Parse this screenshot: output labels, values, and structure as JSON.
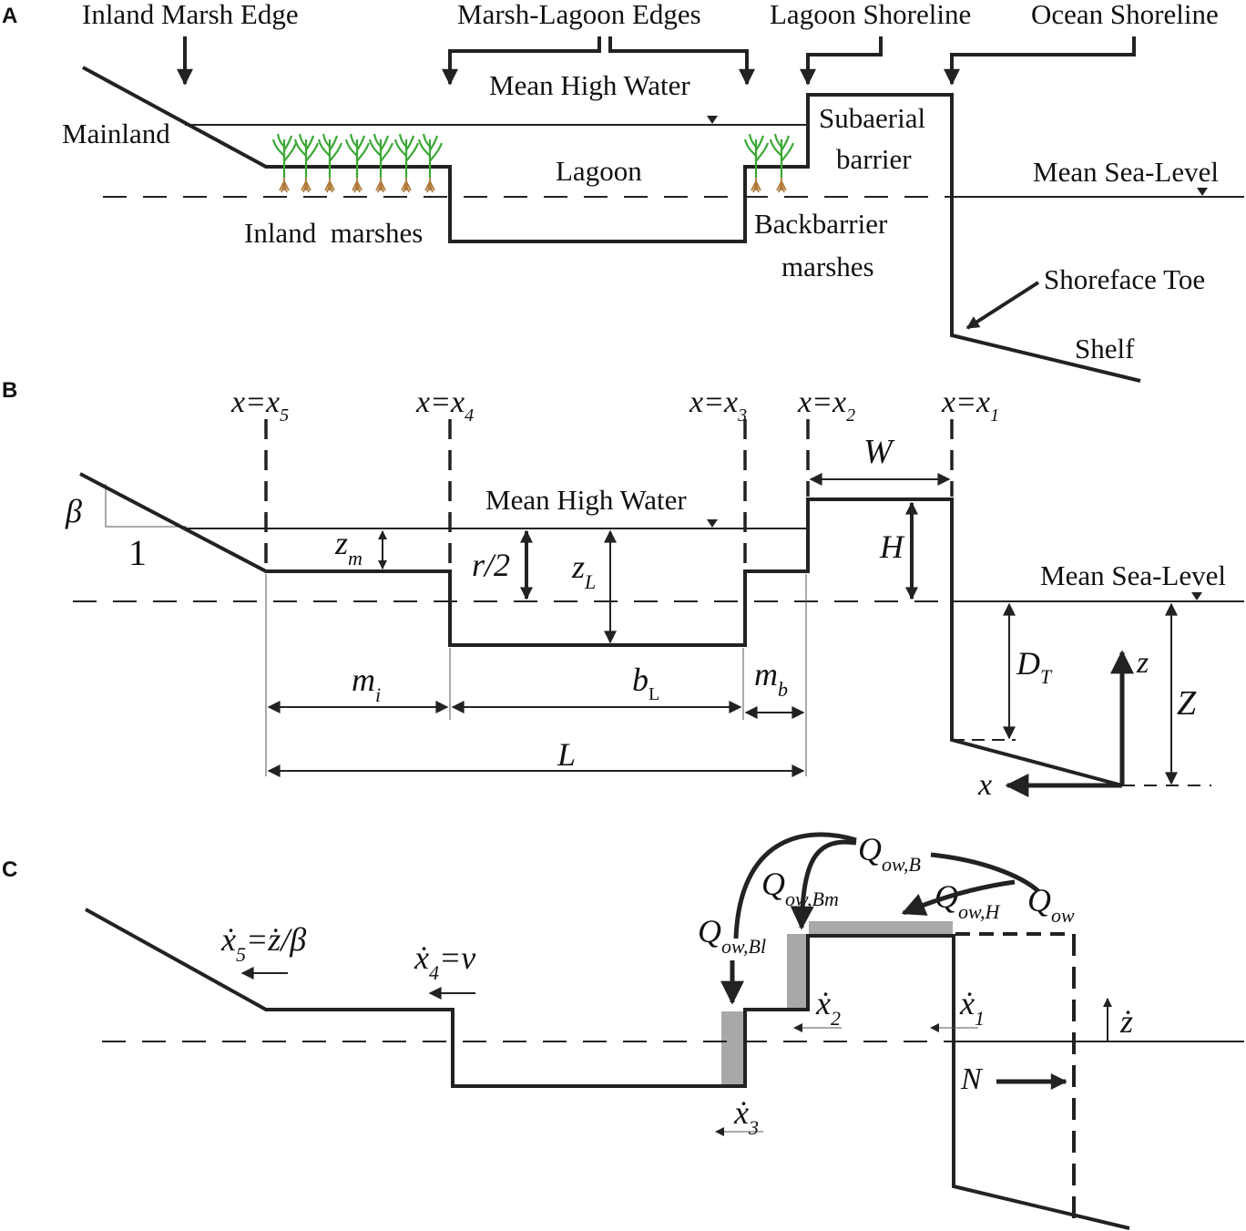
{
  "panels": {
    "a": "A",
    "b": "B",
    "c": "C"
  },
  "panel_a": {
    "inland_marsh_edge": "Inland Marsh Edge",
    "marsh_lagoon_edges": "Marsh-Lagoon Edges",
    "lagoon_shoreline": "Lagoon Shoreline",
    "ocean_shoreline": "Ocean Shoreline",
    "mean_high_water": "Mean High Water",
    "mainland": "Mainland",
    "subaerial": "Subaerial",
    "barrier": "barrier",
    "lagoon": "Lagoon",
    "mean_sea_level": "Mean Sea-Level",
    "inland_marshes": "Inland  marshes",
    "backbarrier": "Backbarrier",
    "marshes": "marshes",
    "shoreface_toe": "Shoreface Toe",
    "shelf": "Shelf"
  },
  "panel_b": {
    "x5": {
      "main": "x=x",
      "sub": "5"
    },
    "x4": {
      "main": "x=x",
      "sub": "4"
    },
    "x3": {
      "main": "x=x",
      "sub": "3"
    },
    "x2": {
      "main": "x=x",
      "sub": "2"
    },
    "x1": {
      "main": "x=x",
      "sub": "1"
    },
    "W": "W",
    "beta": "β",
    "one": "1",
    "mean_high_water": "Mean High Water",
    "zm": {
      "main": "z",
      "sub": "m"
    },
    "r2": "r/2",
    "zL": {
      "main": "z",
      "sub": "L"
    },
    "H": "H",
    "mean_sea_level": "Mean Sea-Level",
    "DT": {
      "main": "D",
      "sub": "T"
    },
    "z": "z",
    "Z": "Z",
    "mi": {
      "main": "m",
      "sub": "i"
    },
    "bL": {
      "main": "b",
      "sub": "L"
    },
    "mb": {
      "main": "m",
      "sub": "b"
    },
    "L": "L",
    "x": "x"
  },
  "panel_c": {
    "x5dot": {
      "main": "ẋ",
      "sub": "5",
      "rest": "=ż/β"
    },
    "x4dot": {
      "main": "ẋ",
      "sub": "4",
      "rest": "=v"
    },
    "x3dot": {
      "main": "ẋ",
      "sub": "3"
    },
    "x2dot": {
      "main": "ẋ",
      "sub": "2"
    },
    "x1dot": {
      "main": "ẋ",
      "sub": "1"
    },
    "zdot": "ż",
    "N": "N",
    "Qow": {
      "main": "Q",
      "sub": "ow"
    },
    "QowB": {
      "main": "Q",
      "sub": "ow,B"
    },
    "QowBm": {
      "main": "Q",
      "sub": "ow,Bm"
    },
    "QowBl": {
      "main": "Q",
      "sub": "ow,Bl"
    },
    "QowH": {
      "main": "Q",
      "sub": "ow,H"
    }
  },
  "colors": {
    "line": "#222222",
    "deposit": "#a8a8a8",
    "plant_stem": "#3aa835",
    "plant_root": "#b07838"
  }
}
